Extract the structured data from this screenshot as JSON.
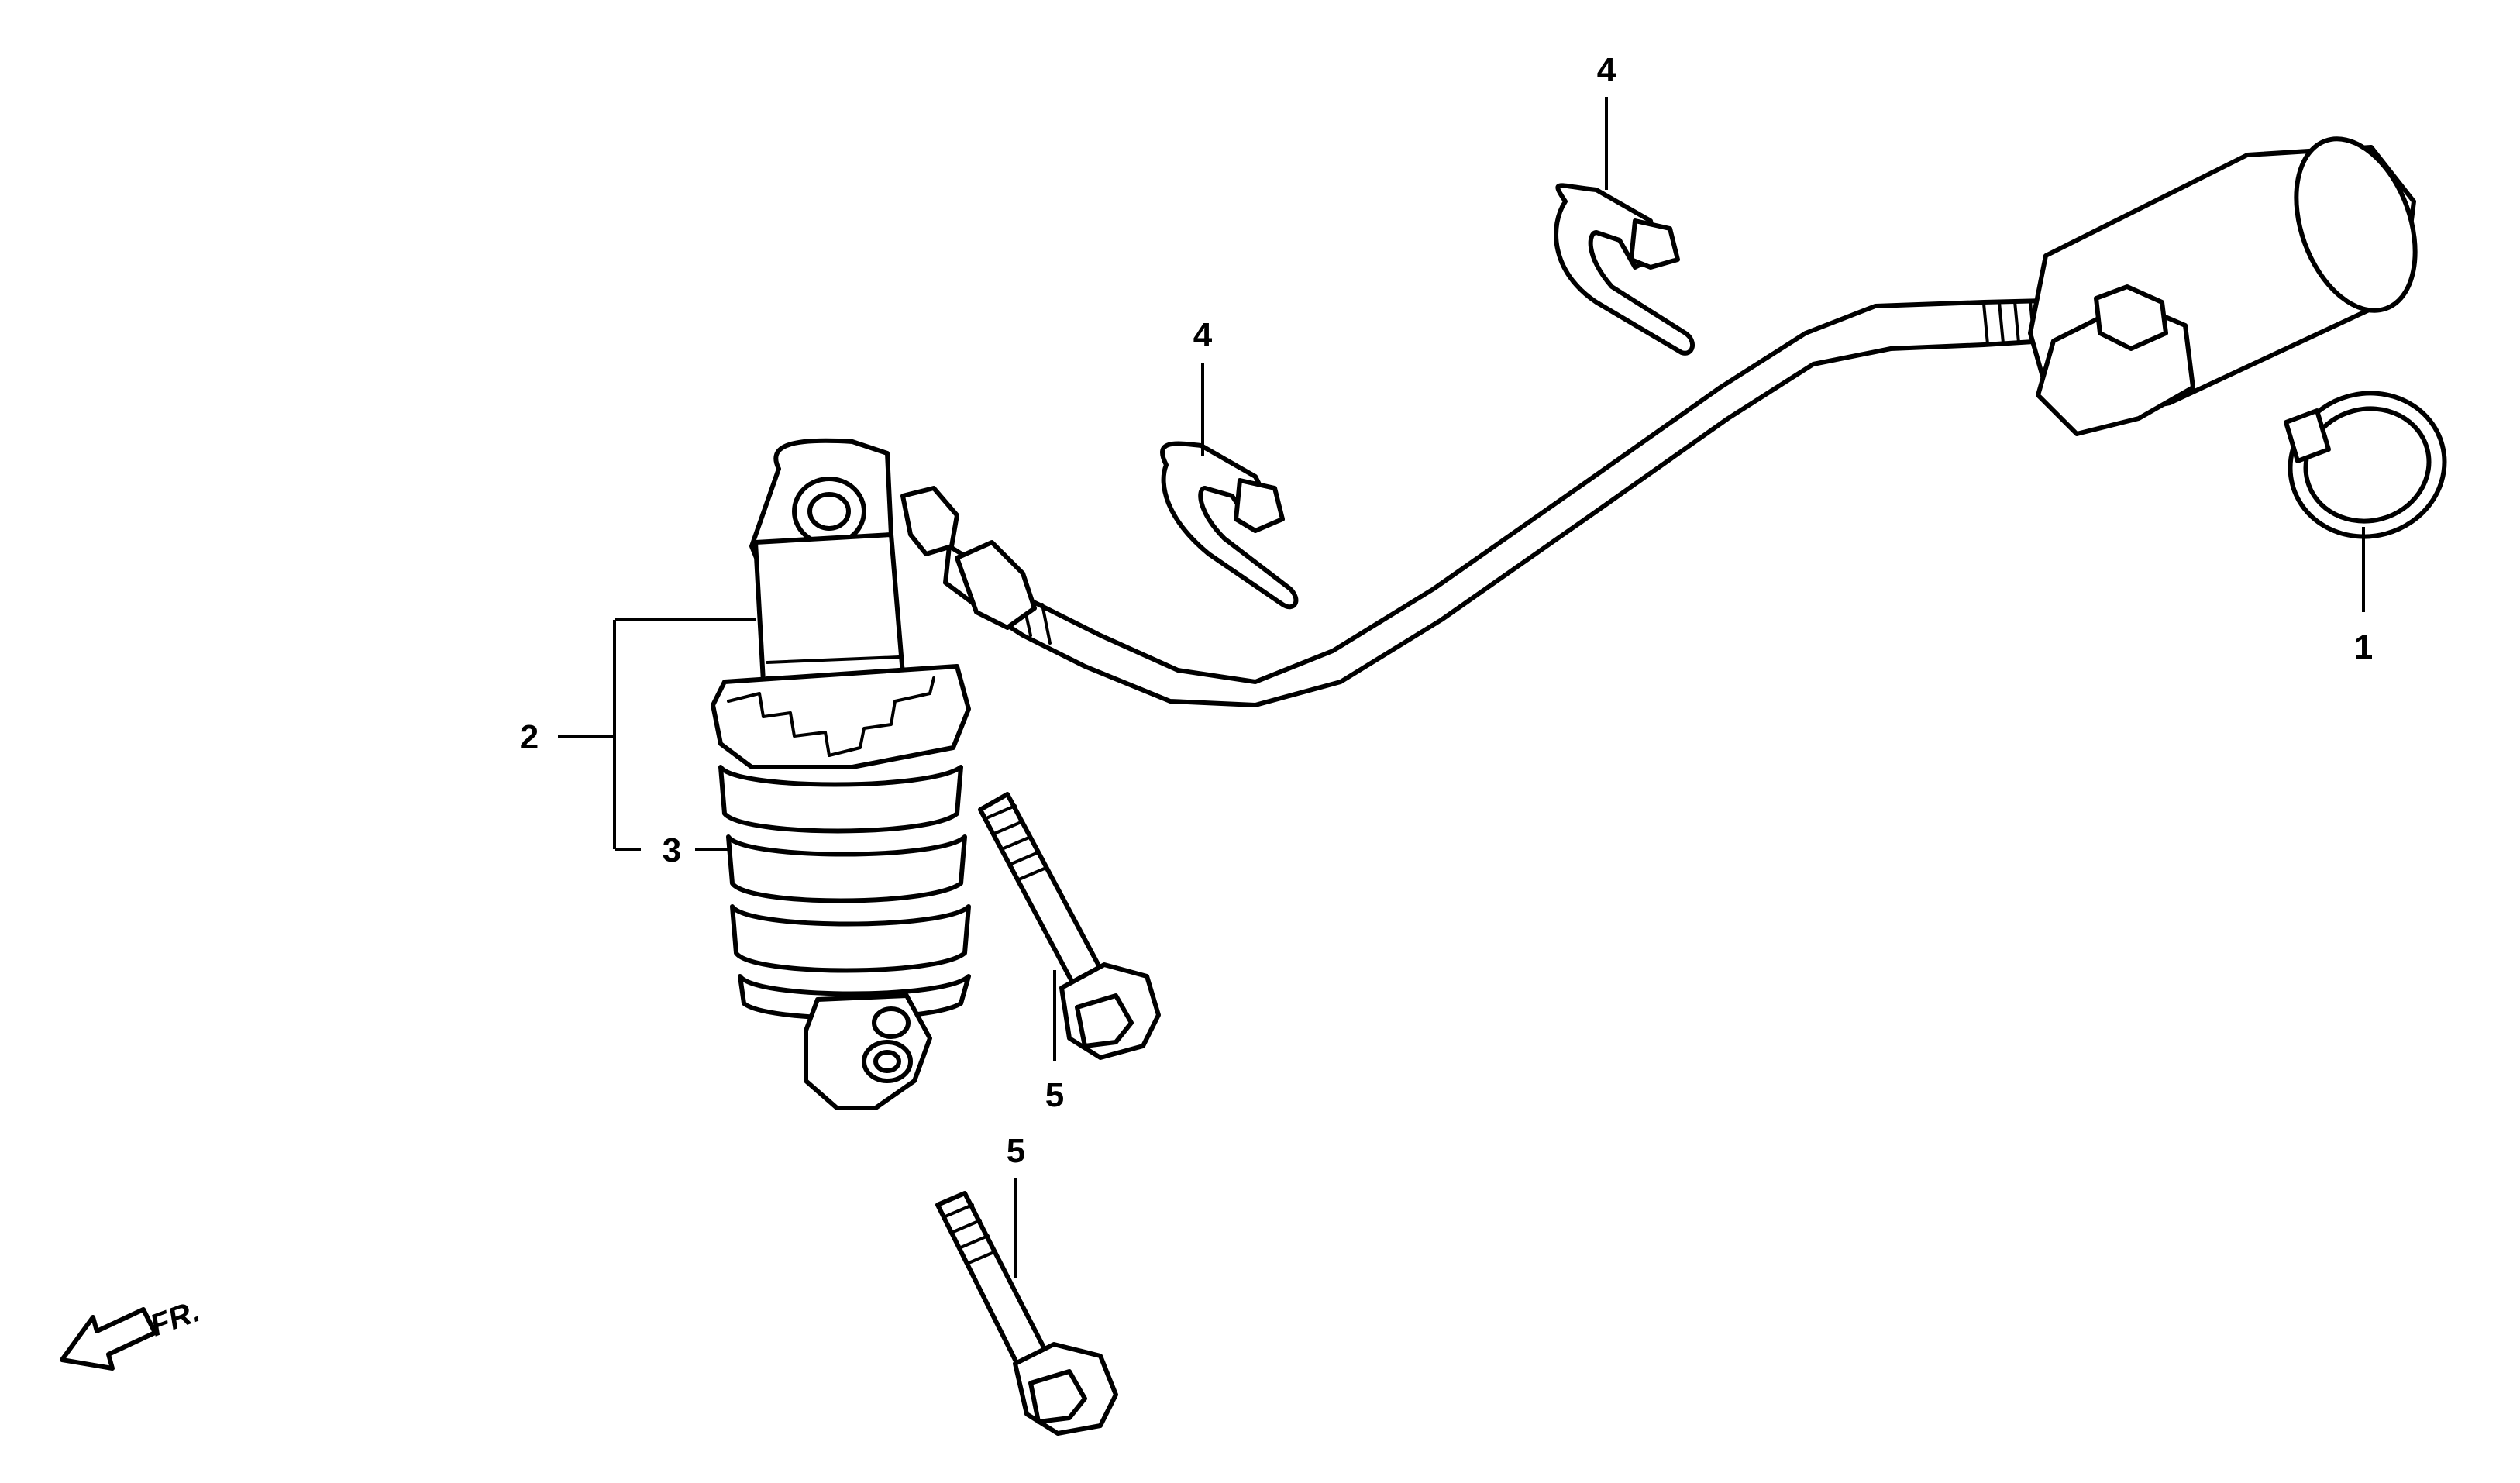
{
  "diagram": {
    "callouts": [
      {
        "id": "c1",
        "label": "1"
      },
      {
        "id": "c2",
        "label": "2"
      },
      {
        "id": "c3",
        "label": "3"
      },
      {
        "id": "c4a",
        "label": "4"
      },
      {
        "id": "c4b",
        "label": "4"
      },
      {
        "id": "c5a",
        "label": "5"
      },
      {
        "id": "c5b",
        "label": "5"
      }
    ],
    "direction_indicator": {
      "label": "FR.",
      "icon": "front-arrow-icon"
    }
  }
}
